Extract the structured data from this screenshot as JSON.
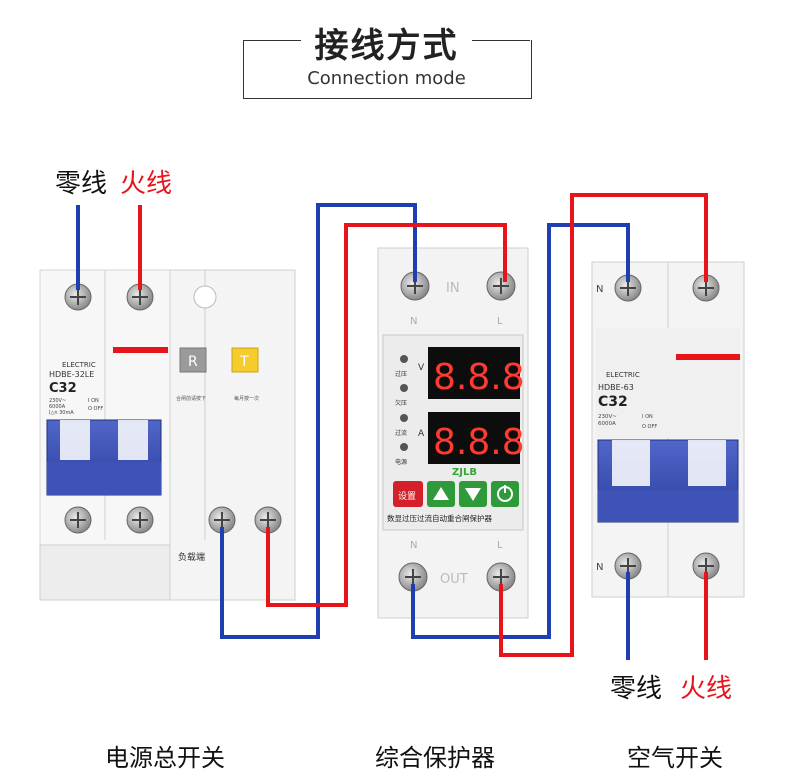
{
  "header": {
    "title": "接线方式",
    "subtitle": "Connection mode"
  },
  "wire_labels": {
    "top_neutral": "零线",
    "top_live": "火线",
    "bottom_neutral": "零线",
    "bottom_live": "火线"
  },
  "colors": {
    "neutral_wire": "#1f3fb0",
    "live_wire": "#e8141b"
  },
  "left_breaker": {
    "brand": "ELECTRIC",
    "model": "HDBE-32LE",
    "rating": "C32",
    "specs": [
      "230V~",
      "6000A",
      "I△n 30mA"
    ],
    "on_label": "I ON",
    "off_label": "O OFF",
    "r_button": "R",
    "t_button": "T",
    "note_r": "合闸前请按下",
    "note_t": "每月按一次",
    "load_side": "负载端"
  },
  "protector": {
    "in_label": "IN",
    "out_label": "OUT",
    "n_label": "N",
    "l_label": "L",
    "display_top": "8.8.8",
    "display_bottom": "8.8.8",
    "unit_v": "V",
    "unit_a": "A",
    "indicators": [
      "过压",
      "欠压",
      "过流",
      "电源"
    ],
    "brand": "ZJLB",
    "set_button": "设置",
    "description": "数显过压过流自动重合闸保护器"
  },
  "right_breaker": {
    "brand": "ELECTRIC",
    "model": "HDBE-63",
    "rating": "C32",
    "specs": [
      "230V~",
      "6000A"
    ],
    "on_label": "I ON",
    "off_label": "O OFF",
    "n_top": "N",
    "n_bottom": "N"
  },
  "captions": {
    "left": "电源总开关",
    "middle": "综合保护器",
    "right": "空气开关"
  }
}
